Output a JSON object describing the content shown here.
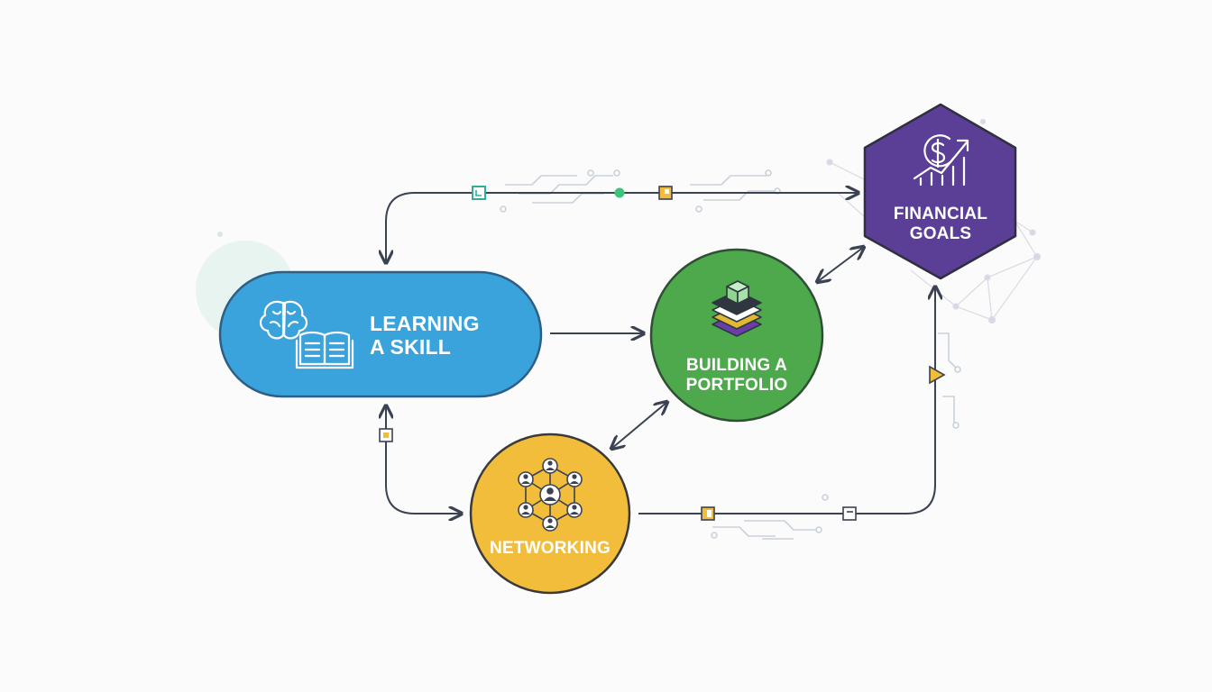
{
  "colors": {
    "background": "#fbfbfc",
    "connector": "#3b4252",
    "learning": "#3ba3dc",
    "learning_stroke": "#2d5f86",
    "portfolio": "#4ea94c",
    "portfolio_stroke": "#2f4f35",
    "networking": "#f3bd3c",
    "networking_stroke": "#3a3a3a",
    "financial": "#5b3f97",
    "financial_stroke": "#2f2f3f",
    "accent_teal": "#2fae9a",
    "accent_green": "#3ec47a",
    "accent_orange": "#e7a028",
    "circuit": "#c9d1d9"
  },
  "nodes": {
    "learning": {
      "label_line1": "LEARNING",
      "label_line2": "A SKILL",
      "icons": [
        "brain-icon",
        "open-book-icon"
      ]
    },
    "portfolio": {
      "label_line1": "BUILDING A",
      "label_line2": "PORTFOLIO",
      "icons": [
        "layer-stack-icon"
      ]
    },
    "networking": {
      "label_line1": "NETWORKING",
      "icons": [
        "people-network-icon"
      ]
    },
    "financial": {
      "label_line1": "FINANCIAL",
      "label_line2": "GOALS",
      "icons": [
        "dollar-growth-chart-icon"
      ]
    }
  },
  "connections": [
    {
      "from": "learning",
      "to": "financial",
      "direction": "both"
    },
    {
      "from": "learning",
      "to": "portfolio",
      "direction": "forward"
    },
    {
      "from": "portfolio",
      "to": "financial",
      "direction": "both"
    },
    {
      "from": "networking",
      "to": "portfolio",
      "direction": "both"
    },
    {
      "from": "learning",
      "to": "networking",
      "direction": "both"
    },
    {
      "from": "networking",
      "to": "financial",
      "direction": "forward"
    }
  ]
}
